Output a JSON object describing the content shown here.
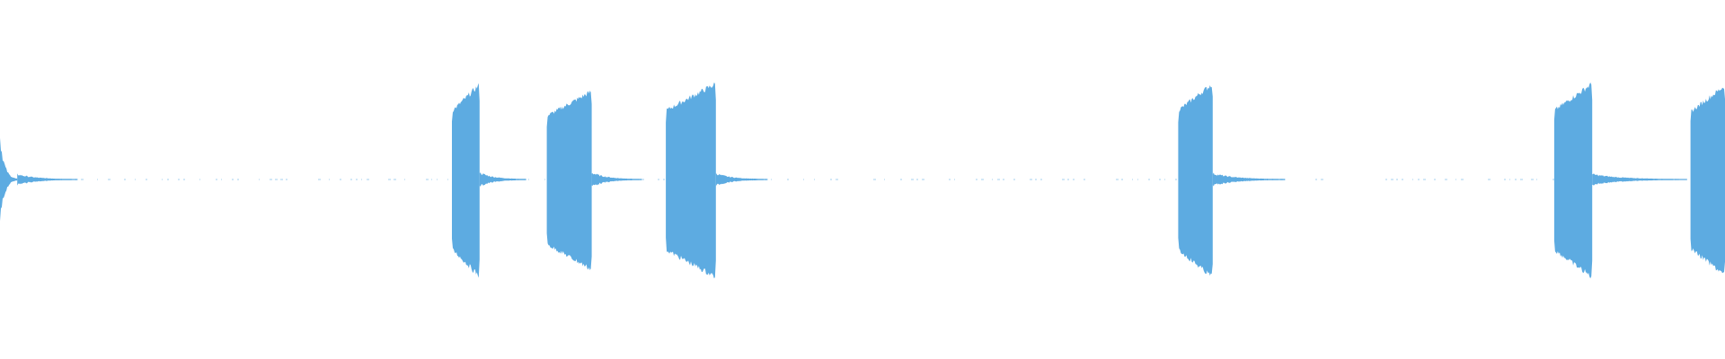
{
  "waveform": {
    "color": "#5DABE1",
    "baseline_gap_color": "#5DABE1",
    "segments": [
      {
        "start": 0.0,
        "end": 0.01,
        "peak": 0.5,
        "kind": "onset"
      },
      {
        "start": 0.01,
        "end": 0.045,
        "peak": 0.06,
        "kind": "decay"
      },
      {
        "start": 0.262,
        "end": 0.278,
        "peak": 0.99,
        "kind": "burst"
      },
      {
        "start": 0.278,
        "end": 0.305,
        "peak": 0.08,
        "kind": "decay"
      },
      {
        "start": 0.317,
        "end": 0.343,
        "peak": 0.92,
        "kind": "burst"
      },
      {
        "start": 0.343,
        "end": 0.372,
        "peak": 0.08,
        "kind": "decay"
      },
      {
        "start": 0.386,
        "end": 0.415,
        "peak": 1.0,
        "kind": "burst"
      },
      {
        "start": 0.415,
        "end": 0.445,
        "peak": 0.07,
        "kind": "decay"
      },
      {
        "start": 0.683,
        "end": 0.703,
        "peak": 1.0,
        "kind": "burst"
      },
      {
        "start": 0.703,
        "end": 0.745,
        "peak": 0.07,
        "kind": "decay"
      },
      {
        "start": 0.901,
        "end": 0.923,
        "peak": 1.0,
        "kind": "burst"
      },
      {
        "start": 0.923,
        "end": 0.978,
        "peak": 0.06,
        "kind": "decay"
      },
      {
        "start": 0.98,
        "end": 1.0,
        "peak": 0.98,
        "kind": "burst"
      }
    ]
  }
}
